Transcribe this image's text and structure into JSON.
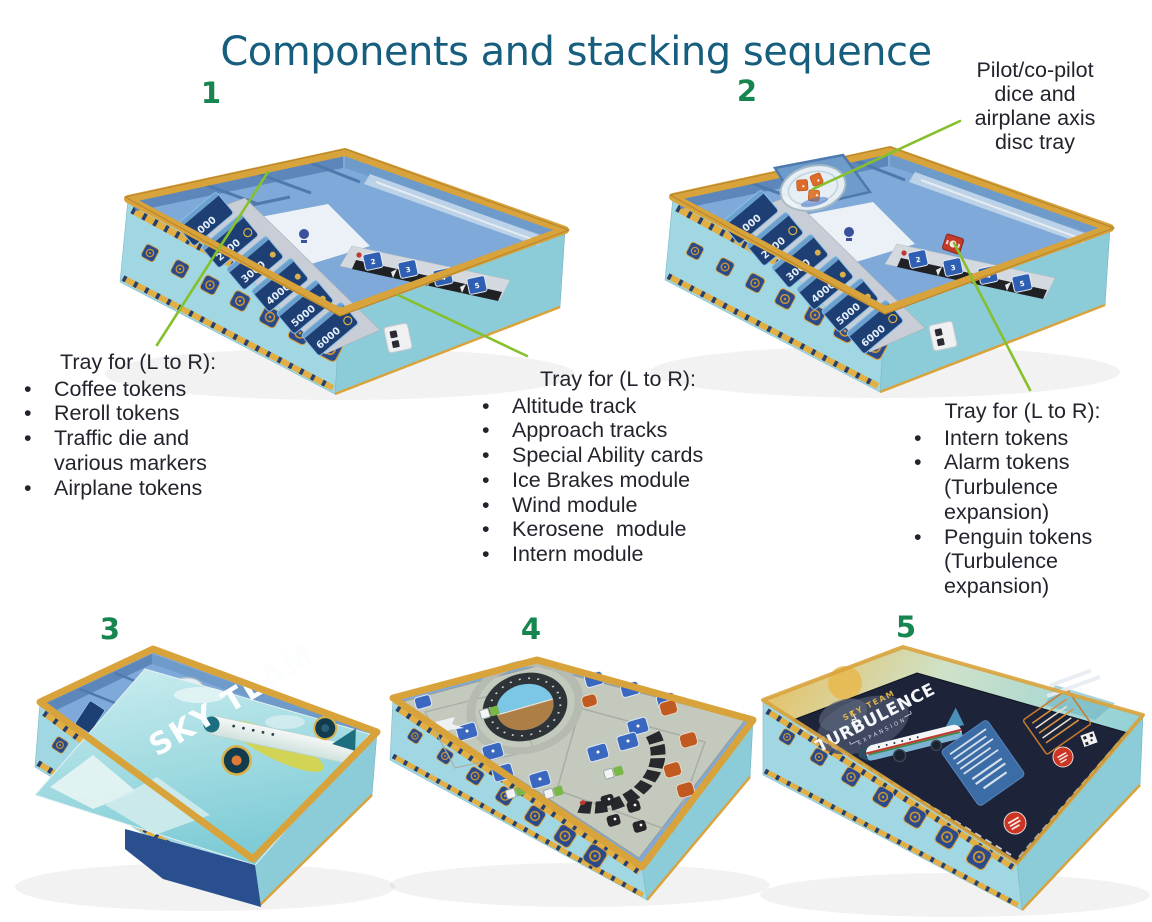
{
  "title": "Components and stacking sequence",
  "steps": [
    "1",
    "2",
    "3",
    "4",
    "5"
  ],
  "annotations": {
    "pilot_note": "Pilot/co-pilot dice and airplane axis disc tray",
    "tray_left": {
      "heading": "Tray for (L to R):",
      "items": [
        "Coffee tokens",
        "Reroll tokens",
        "Traffic die and various markers",
        "Airplane tokens"
      ]
    },
    "tray_middle": {
      "heading": "Tray for (L to R):",
      "items": [
        "Altitude track",
        "Approach tracks",
        "Special Ability cards",
        "Ice Brakes module",
        "Wind module",
        "Kerosene  module",
        "Intern module"
      ]
    },
    "tray_right": {
      "heading": "Tray for (L to R):",
      "items": [
        "Intern tokens",
        "Alarm tokens (Turbulence expansion)",
        "Penguin tokens (Turbulence expansion)"
      ]
    }
  },
  "photos": {
    "cards": [
      "1000",
      "2000",
      "3000",
      "4000",
      "5000",
      "6000"
    ],
    "track_numbers": [
      "2",
      "3",
      "4",
      "5"
    ],
    "board_title": "SKY TEAM",
    "rulebook": {
      "brand": "SKY TEAM",
      "title": "TURBULENCE",
      "subtitle": "EXPANSION"
    }
  },
  "colors": {
    "title_text": "#175e7e",
    "step_number": "#16854f",
    "body_text": "#23232e",
    "pointer_line": "#86c02c",
    "box_exterior": "#a0d7e2",
    "box_rim_gold": "#d9a33c",
    "tray_interior_blue": "#7ea9d8",
    "card_navy": "#1e3f74",
    "rulebook_navy": "#1d2338"
  }
}
